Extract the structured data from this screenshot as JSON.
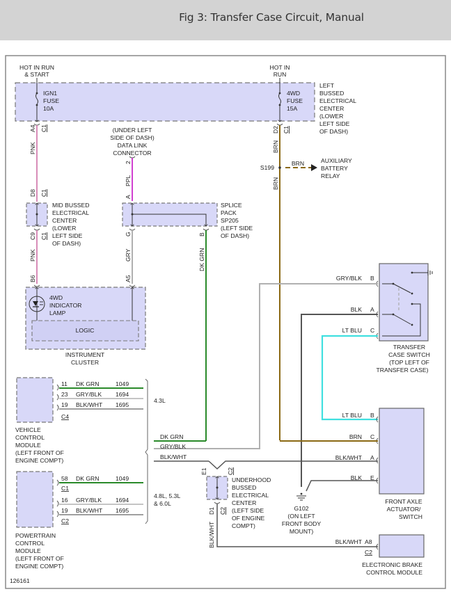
{
  "header": {
    "title": "Fig 3: Transfer Case Circuit, Manual"
  },
  "figure_id": "126161",
  "colors": {
    "module_fill": "#d8d8f8",
    "pnk": "#d88cb8",
    "ppl": "#d040d0",
    "gry": "#b0b0b0",
    "dk_grn": "#2a8a2a",
    "brn": "#8b6914",
    "blk": "#555555",
    "lt_blu": "#40e0e0"
  },
  "power": {
    "left_source": [
      "HOT IN RUN",
      "& START"
    ],
    "right_source": [
      "HOT IN",
      "RUN"
    ],
    "ign1_fuse": [
      "IGN1",
      "FUSE",
      "10A"
    ],
    "fwd_fuse": [
      "4WD",
      "FUSE",
      "15A"
    ],
    "left_bussed_center": [
      "LEFT",
      "BUSSED",
      "ELECTRICAL",
      "CENTER",
      "(LOWER",
      "LEFT SIDE",
      "OF DASH)"
    ]
  },
  "connectors": {
    "ign_out_pin": "A4",
    "ign_out_conn": "C1",
    "fwd_out_pin": "D2",
    "fwd_out_conn": "C1",
    "mid_in_pin": "D8",
    "mid_in_conn": "C1",
    "mid_out_pin": "C9",
    "mid_out_conn": "C1",
    "dlc_pin": "2",
    "splice_in_pin": "A",
    "splice_out_g": "G",
    "splice_out_b": "B",
    "ic_b6": "B6",
    "ic_a5": "A5",
    "ub_e1": "E1",
    "ub_c2_top": "C2",
    "ub_d1": "D1",
    "ub_c2_bot": "C2"
  },
  "wires": {
    "pnk": "PNK",
    "ppl": "PPL",
    "gry": "GRY",
    "dk_grn": "DK GRN",
    "brn": "BRN",
    "blk_wht": "BLK/WHT",
    "gry_blk": "GRY/BLK",
    "blk": "BLK",
    "lt_blu": "LT BLU"
  },
  "dlc": [
    "(UNDER LEFT",
    "SIDE OF DASH)",
    "DATA LINK",
    "CONNECTOR"
  ],
  "splice_s199": "S199",
  "aux_relay": [
    "AUXILIARY",
    "BATTERY",
    "RELAY"
  ],
  "mid_bussed_center": [
    "MID BUSSED",
    "ELECTRICAL",
    "CENTER",
    "(LOWER",
    "LEFT SIDE",
    "OF DASH)"
  ],
  "splice_pack": [
    "SPLICE",
    "PACK",
    "SP205",
    "(LEFT SIDE",
    "OF DASH)"
  ],
  "instrument_cluster": {
    "lamp": [
      "4WD",
      "INDICATOR",
      "LAMP"
    ],
    "logic": "LOGIC",
    "name": [
      "INSTRUMENT",
      "CLUSTER"
    ]
  },
  "transfer_case_switch": {
    "pins": [
      {
        "wire": "GRY/BLK",
        "pin": "B"
      },
      {
        "wire": "BLK",
        "pin": "A"
      },
      {
        "wire": "LT BLU",
        "pin": "C"
      }
    ],
    "name": [
      "TRANSFER",
      "CASE SWITCH",
      "(TOP LEFT OF",
      "TRANSFER CASE)"
    ]
  },
  "vcm": {
    "rows": [
      {
        "pin": "11",
        "wire": "DK GRN",
        "circuit": "1049"
      },
      {
        "pin": "23",
        "wire": "GRY/BLK",
        "circuit": "1694"
      },
      {
        "pin": "19",
        "wire": "BLK/WHT",
        "circuit": "1695"
      }
    ],
    "connector": "C4",
    "engine": "4.3L",
    "name": [
      "VEHICLE",
      "CONTROL",
      "MODULE",
      "(LEFT FRONT OF",
      "ENGINE COMPT)"
    ]
  },
  "pcm": {
    "rows": [
      {
        "pin": "58",
        "wire": "DK GRN",
        "circuit": "1049"
      },
      {
        "pin": "16",
        "wire": "GRY/BLK",
        "circuit": "1694"
      },
      {
        "pin": "19",
        "wire": "BLK/WHT",
        "circuit": "1695"
      }
    ],
    "connector1": "C1",
    "connector2": "C2",
    "engine": [
      "4.8L, 5.3L",
      "& 6.0L"
    ],
    "name": [
      "POWERTRAIN",
      "CONTROL",
      "MODULE",
      "(LEFT FRONT OF",
      "ENGINE COMPT)"
    ]
  },
  "bus_labels": [
    "DK GRN",
    "GRY/BLK",
    "BLK/WHT"
  ],
  "underhood_center": [
    "UNDERHOOD",
    "BUSSED",
    "ELECTRICAL",
    "CENTER",
    "(LEFT SIDE",
    "OF ENGINE",
    "COMPT)"
  ],
  "ground": [
    "G102",
    "(ON LEFT",
    "FRONT BODY",
    "MOUNT)"
  ],
  "front_axle": {
    "pins": [
      {
        "wire": "LT BLU",
        "pin": "B"
      },
      {
        "wire": "BRN",
        "pin": "C"
      },
      {
        "wire": "BLK/WHT",
        "pin": "A"
      },
      {
        "wire": "BLK",
        "pin": "E"
      }
    ],
    "name": [
      "FRONT AXLE",
      "ACTUATOR/",
      "SWITCH"
    ]
  },
  "ebcm": {
    "wire": "BLK/WHT",
    "pin": "A8",
    "connector": "C2",
    "name": [
      "ELECTRONIC BRAKE",
      "CONTROL MODULE"
    ]
  }
}
